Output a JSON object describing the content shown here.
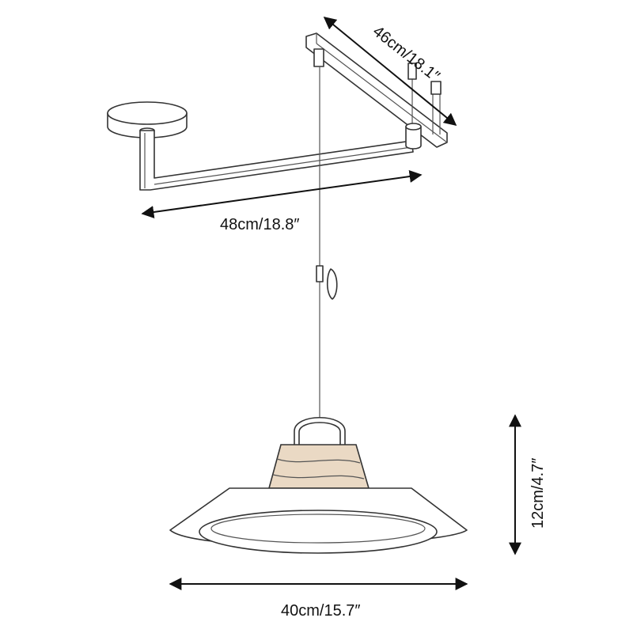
{
  "dimensions": {
    "rail_length": "46cm/18.1″",
    "arm_length": "48cm/18.8″",
    "shade_height": "12cm/4.7″",
    "shade_diameter": "40cm/15.7″"
  }
}
